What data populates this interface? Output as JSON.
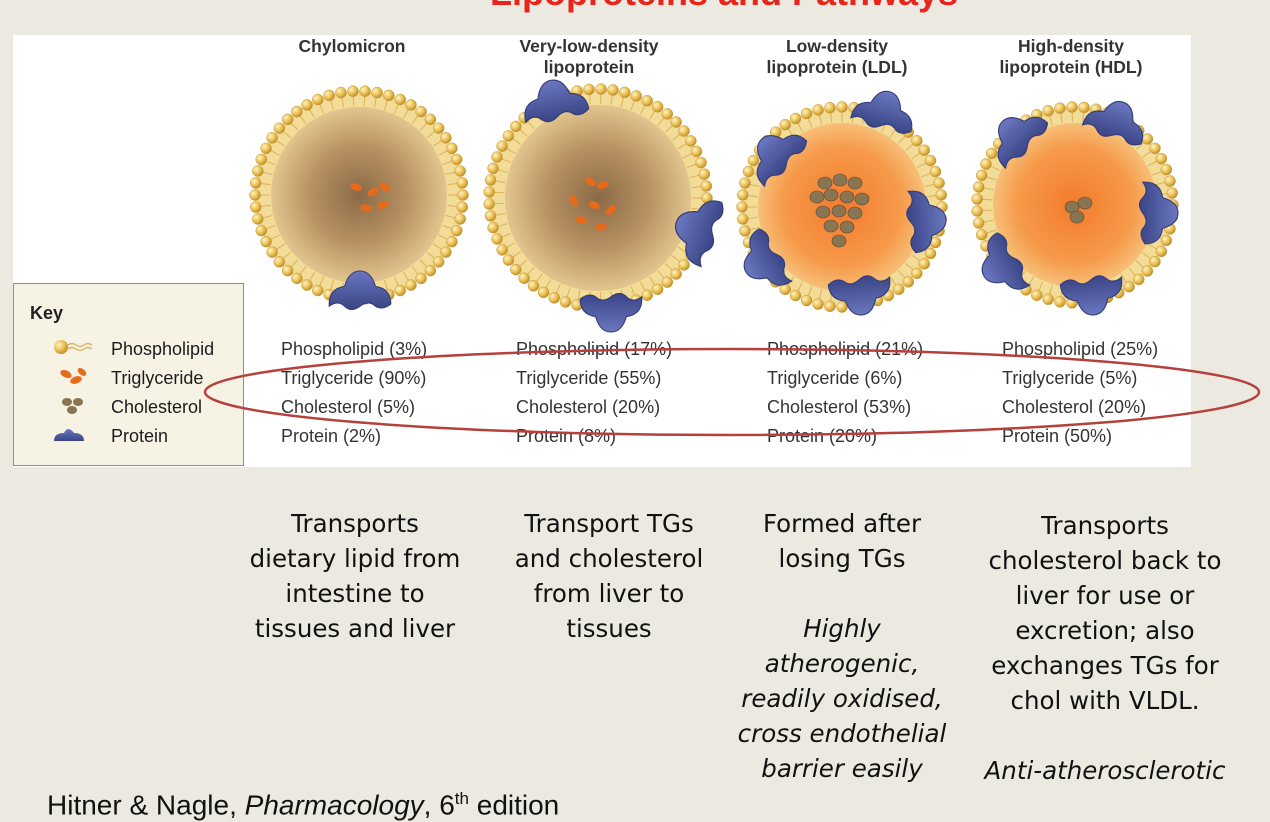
{
  "slide_title": "Lipoproteins and Pathways",
  "key": {
    "title": "Key",
    "items": [
      {
        "label": "Phospholipid",
        "icon": "phospholipid-icon"
      },
      {
        "label": "Triglyceride",
        "icon": "triglyceride-icon"
      },
      {
        "label": "Cholesterol",
        "icon": "cholesterol-icon"
      },
      {
        "label": "Protein",
        "icon": "protein-icon"
      }
    ]
  },
  "lipoproteins": [
    {
      "title": [
        "Chylomicron"
      ],
      "composition": [
        "Phospholipid (3%)",
        "Triglyceride (90%)",
        "Cholesterol (5%)",
        "Protein (2%)"
      ],
      "description": [
        "Transports",
        "dietary lipid from",
        "intestine to",
        "tissues and liver"
      ],
      "note": []
    },
    {
      "title": [
        "Very-low-density",
        "lipoprotein"
      ],
      "composition": [
        "Phospholipid (17%)",
        "Triglyceride (55%)",
        "Cholesterol (20%)",
        "Protein (8%)"
      ],
      "description": [
        "Transport TGs",
        "and cholesterol",
        "from liver to",
        "tissues"
      ],
      "note": []
    },
    {
      "title": [
        "Low-density",
        "lipoprotein (LDL)"
      ],
      "composition": [
        "Phospholipid (21%)",
        "Triglyceride (6%)",
        "Cholesterol (53%)",
        "Protein (20%)"
      ],
      "description": [
        "Formed after",
        "losing TGs"
      ],
      "note": [
        "Highly",
        "atherogenic,",
        "readily oxidised,",
        "cross endothelial",
        "barrier easily"
      ]
    },
    {
      "title": [
        "High-density",
        "lipoprotein (HDL)"
      ],
      "composition": [
        "Phospholipid (25%)",
        "Triglyceride (5%)",
        "Cholesterol (20%)",
        "Protein (50%)"
      ],
      "description": [
        "Transports",
        "cholesterol back to",
        "liver for use or",
        "excretion; also",
        "exchanges TGs for",
        "chol with VLDL."
      ],
      "note": [
        "Anti-atherosclerotic"
      ]
    }
  ],
  "citation": {
    "authors": "Hitner & Nagle,",
    "book": "Pharmacology",
    "edition_number": ", 6",
    "edition_sup": "th",
    "edition_word": " edition"
  },
  "colors": {
    "highlight_ellipse": "#b5403c",
    "title_red": "#e8251c",
    "membrane_gold": "#e6b94a",
    "protein_blue": "#4a5598",
    "triglyceride_orange": "#e66a1a",
    "cholesterol_brown": "#8a7553",
    "ldl_core_orange": "#f48a3a"
  }
}
